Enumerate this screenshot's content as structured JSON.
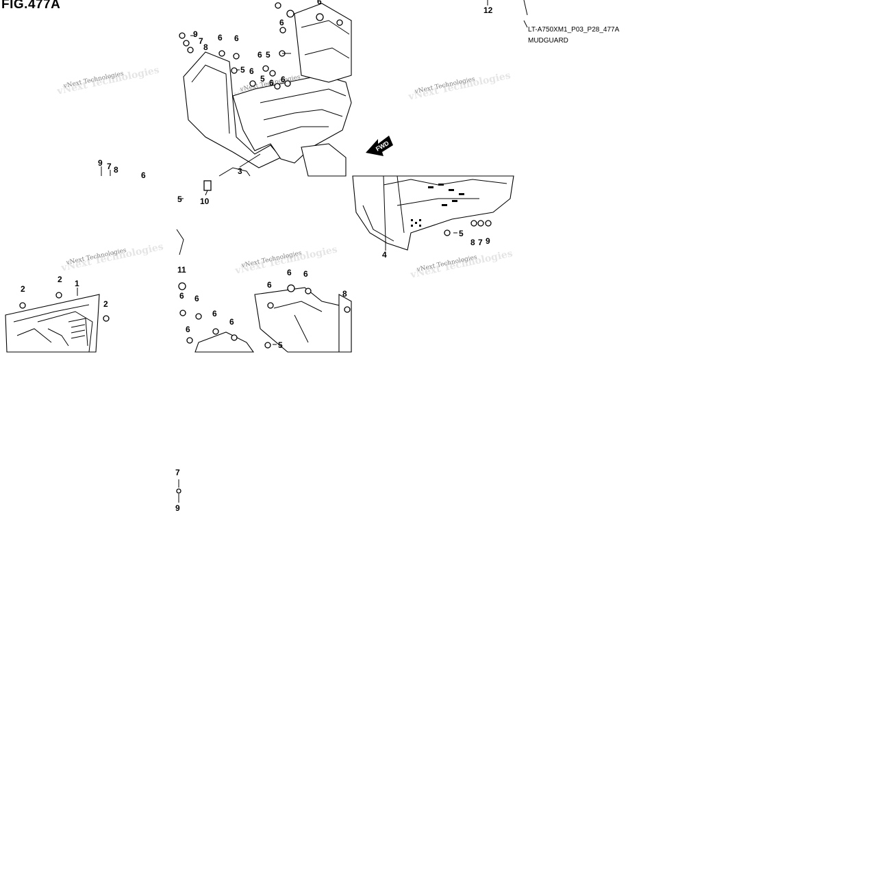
{
  "figure": {
    "title": "FIG.477A",
    "code": "LT-A750XM1_P03_P28_477A",
    "name": "MUDGUARD"
  },
  "watermark": {
    "line1": "vNext Technologies"
  },
  "arrow": {
    "label": "FWD"
  },
  "callouts": {
    "c_12": "12",
    "c_6_top": "6",
    "c_9a": "9",
    "c_7a": "7",
    "c_8a": "8",
    "c_6b": "6",
    "c_6c": "6",
    "c_6d": "6",
    "c_5a": "5",
    "c_6e": "6",
    "c_5b": "5",
    "c_6f": "6",
    "c_5c": "5",
    "c_6g": "6",
    "c_6h": "6",
    "c_3": "3",
    "c_9b": "9",
    "c_7b": "7",
    "c_8b": "8",
    "c_6i": "6",
    "c_5d": "5",
    "c_10": "10",
    "c_5e": "5",
    "c_8c": "8",
    "c_7c": "7",
    "c_9c": "9",
    "c_4": "4",
    "c_2a": "2",
    "c_2b": "2",
    "c_1": "1",
    "c_2c": "2",
    "c_11": "11",
    "c_6j": "6",
    "c_6k": "6",
    "c_6l": "6",
    "c_6m": "6",
    "c_6n": "6",
    "c_6o": "6",
    "c_6p": "6",
    "c_6q": "6",
    "c_5f": "5",
    "c_8d": "8",
    "c_7d": "7",
    "c_9d": "9"
  }
}
